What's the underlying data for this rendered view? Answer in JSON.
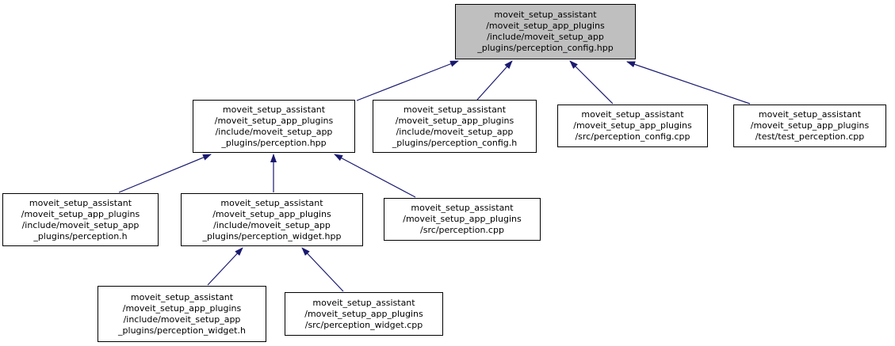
{
  "diagram": {
    "type": "include-dependency-graph",
    "colors": {
      "background": "#ffffff",
      "edge": "#191970",
      "node_border": "#000000",
      "node_fill": "#ffffff",
      "current_node_fill": "#bfbfbf",
      "text": "#000000"
    },
    "nodes": [
      {
        "id": "perception_config_hpp",
        "current": true,
        "lines": [
          "moveit_setup_assistant",
          "/moveit_setup_app_plugins",
          "/include/moveit_setup_app",
          "_plugins/perception_config.hpp"
        ]
      },
      {
        "id": "perception_hpp",
        "current": false,
        "lines": [
          "moveit_setup_assistant",
          "/moveit_setup_app_plugins",
          "/include/moveit_setup_app",
          "_plugins/perception.hpp"
        ]
      },
      {
        "id": "perception_config_h",
        "current": false,
        "lines": [
          "moveit_setup_assistant",
          "/moveit_setup_app_plugins",
          "/include/moveit_setup_app",
          "_plugins/perception_config.h"
        ]
      },
      {
        "id": "perception_config_cpp",
        "current": false,
        "lines": [
          "moveit_setup_assistant",
          "/moveit_setup_app_plugins",
          "/src/perception_config.cpp"
        ]
      },
      {
        "id": "test_perception_cpp",
        "current": false,
        "lines": [
          "moveit_setup_assistant",
          "/moveit_setup_app_plugins",
          "/test/test_perception.cpp"
        ]
      },
      {
        "id": "perception_h",
        "current": false,
        "lines": [
          "moveit_setup_assistant",
          "/moveit_setup_app_plugins",
          "/include/moveit_setup_app",
          "_plugins/perception.h"
        ]
      },
      {
        "id": "perception_widget_hpp",
        "current": false,
        "lines": [
          "moveit_setup_assistant",
          "/moveit_setup_app_plugins",
          "/include/moveit_setup_app",
          "_plugins/perception_widget.hpp"
        ]
      },
      {
        "id": "perception_cpp",
        "current": false,
        "lines": [
          "moveit_setup_assistant",
          "/moveit_setup_app_plugins",
          "/src/perception.cpp"
        ]
      },
      {
        "id": "perception_widget_h",
        "current": false,
        "lines": [
          "moveit_setup_assistant",
          "/moveit_setup_app_plugins",
          "/include/moveit_setup_app",
          "_plugins/perception_widget.h"
        ]
      },
      {
        "id": "perception_widget_cpp",
        "current": false,
        "lines": [
          "moveit_setup_assistant",
          "/moveit_setup_app_plugins",
          "/src/perception_widget.cpp"
        ]
      }
    ],
    "edges": [
      {
        "from": "perception_hpp",
        "to": "perception_config_hpp"
      },
      {
        "from": "perception_config_h",
        "to": "perception_config_hpp"
      },
      {
        "from": "perception_config_cpp",
        "to": "perception_config_hpp"
      },
      {
        "from": "test_perception_cpp",
        "to": "perception_config_hpp"
      },
      {
        "from": "perception_h",
        "to": "perception_hpp"
      },
      {
        "from": "perception_widget_hpp",
        "to": "perception_hpp"
      },
      {
        "from": "perception_cpp",
        "to": "perception_hpp"
      },
      {
        "from": "perception_widget_h",
        "to": "perception_widget_hpp"
      },
      {
        "from": "perception_widget_cpp",
        "to": "perception_widget_hpp"
      }
    ]
  }
}
